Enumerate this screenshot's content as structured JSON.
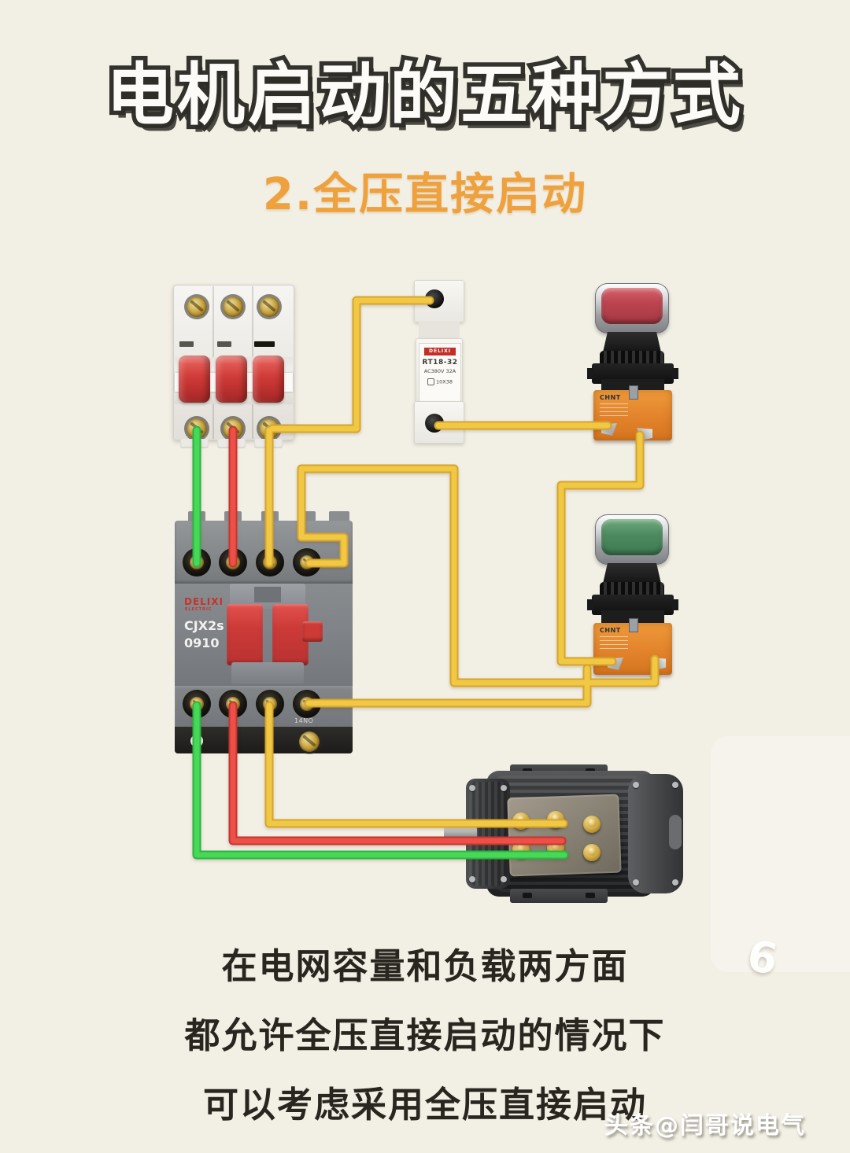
{
  "poster": {
    "title": "电机启动的五种方式",
    "subtitle": "2.全压直接启动",
    "captions": [
      "在电网容量和负载两方面",
      "都允许全压直接启动的情况下",
      "可以考虑采用全压直接启动"
    ],
    "page_number": "6",
    "watermark": "头条@闫哥说电气"
  },
  "components": {
    "fuse": {
      "brand": "DELIXI",
      "model": "RT18-32",
      "rating": "AC380V 32A",
      "size_code": "10X38"
    },
    "contactor": {
      "brand": "DELIXI",
      "brand_sub": "ELECTRIC",
      "model": "CJX2s",
      "model_no": "0910",
      "aux_terminal_label": "14NO"
    },
    "buttons": {
      "brand": "CHNT"
    }
  },
  "colors": {
    "background": "#f2efe5",
    "title_fill": "#fcfbf8",
    "title_outline": "#34322c",
    "subtitle": "#eea13c",
    "caption": "#28261f",
    "wire_yellow": "#f1c844",
    "wire_red": "#ee4f46",
    "wire_green": "#46d957"
  }
}
